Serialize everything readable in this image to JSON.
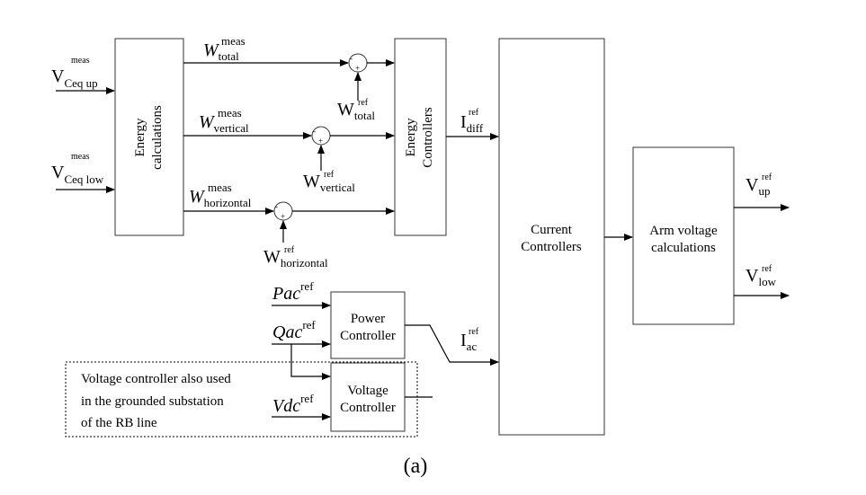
{
  "blocks": {
    "energy_calc_1": "Energy",
    "energy_calc_2": "calculations",
    "energy_ctrl_1": "Energy",
    "energy_ctrl_2": "Controllers",
    "current_ctrl_1": "Current",
    "current_ctrl_2": "Controllers",
    "arm_voltage_1": "Arm voltage",
    "arm_voltage_2": "calculations",
    "power_ctrl_1": "Power",
    "power_ctrl_2": "Controller",
    "voltage_ctrl_1": "Voltage",
    "voltage_ctrl_2": "Controller"
  },
  "inputs": {
    "vceq_up": {
      "base": "V",
      "sup": "meas",
      "sub": "Ceq up"
    },
    "vceq_low": {
      "base": "V",
      "sup": "meas",
      "sub": "Ceq low"
    },
    "pac_ref": {
      "base": "Pac",
      "sup": "ref"
    },
    "qac_ref": {
      "base": "Qac",
      "sup": "ref"
    },
    "vdc_ref": {
      "base": "Vdc",
      "sup": "ref"
    }
  },
  "signals": {
    "w_total_meas": {
      "base": "W",
      "sup": "meas",
      "sub": "total"
    },
    "w_vertical_meas": {
      "base": "W",
      "sup": "meas",
      "sub": "vertical"
    },
    "w_horizontal_meas": {
      "base": "W",
      "sup": "meas",
      "sub": "horizontal"
    },
    "w_total_ref": {
      "base": "W",
      "sup": "ref",
      "sub": "total"
    },
    "w_vertical_ref": {
      "base": "W",
      "sup": "ref",
      "sub": "vertical"
    },
    "w_horizontal_ref": {
      "base": "W",
      "sup": "ref",
      "sub": "horizontal"
    },
    "i_diff_ref": {
      "base": "I",
      "sup": "ref",
      "sub": "diff"
    },
    "i_ac_ref": {
      "base": "I",
      "sup": "ref",
      "sub": "ac"
    }
  },
  "outputs": {
    "v_up_ref": {
      "base": "V",
      "sup": "ref",
      "sub": "up"
    },
    "v_low_ref": {
      "base": "V",
      "sup": "ref",
      "sub": "low"
    }
  },
  "summing_signs": {
    "minus": "-",
    "plus": "+"
  },
  "note": {
    "line1": "Voltage controller also used",
    "line2": "in the grounded substation",
    "line3": "of the RB line"
  },
  "caption": "(a)"
}
